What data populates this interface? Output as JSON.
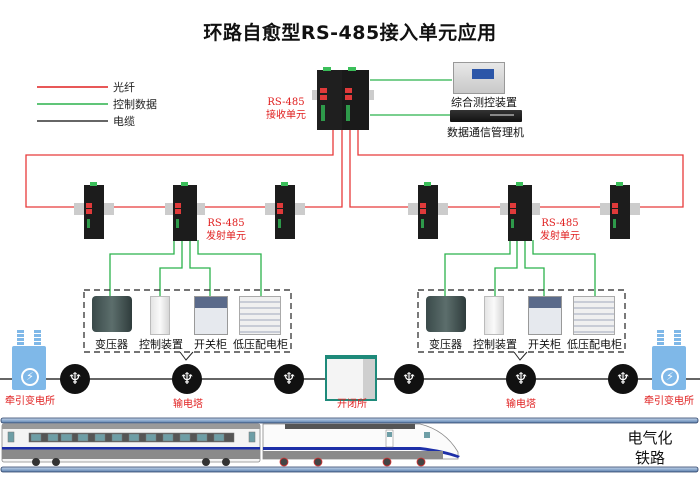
{
  "title": "环路自愈型RS-485接入单元应用",
  "legend": [
    {
      "label": "光纤",
      "color": "#e02020"
    },
    {
      "label": "控制数据",
      "color": "#2bb24c"
    },
    {
      "label": "电缆",
      "color": "#333333"
    }
  ],
  "receiver": {
    "label_line1": "RS-485",
    "label_line2": "接收单元"
  },
  "control_center": {
    "monitor_label": "综合测控装置",
    "comm_label": "数据通信管理机"
  },
  "transmitter_groups": [
    {
      "label_line1": "RS-485",
      "label_line2": "发射单元",
      "equipment": [
        "变压器",
        "控制装置",
        "开关柜",
        "低压配电柜"
      ]
    },
    {
      "label_line1": "RS-485",
      "label_line2": "发射单元",
      "equipment": [
        "变压器",
        "控制装置",
        "开关柜",
        "低压配电柜"
      ]
    }
  ],
  "power_line": {
    "traction_substation_left": "牵引变电所",
    "tower_label_left": "输电塔",
    "switching_station": "开闭所",
    "tower_label_right": "输电塔",
    "traction_substation_right": "牵引变电所"
  },
  "railway": {
    "label_line1": "电气化",
    "label_line2": "铁路"
  },
  "colors": {
    "fiber": "#e83a3a",
    "control": "#2bb24c",
    "cable": "#333333",
    "label_red": "#e02020",
    "substation_blue": "#7fb8e8",
    "rail_blue": "#9bb6d6"
  }
}
